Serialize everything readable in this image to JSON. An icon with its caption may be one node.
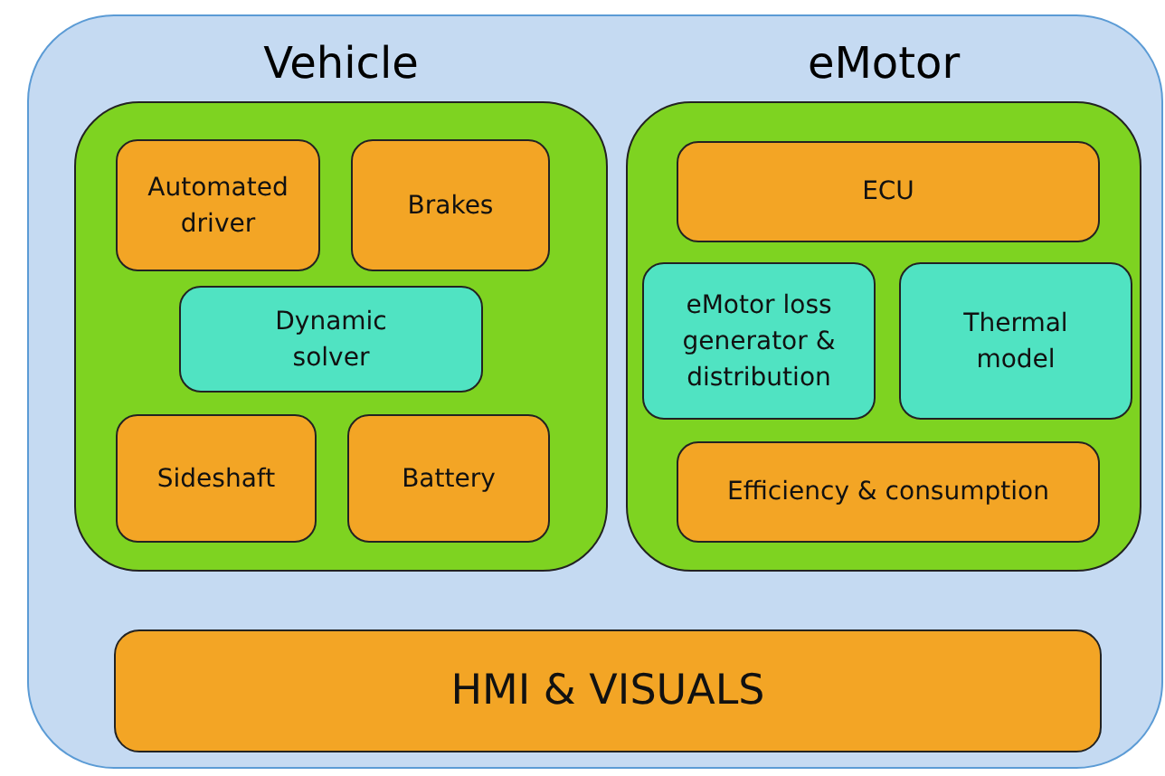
{
  "diagram": {
    "nodes": [
      {
        "text": [],
        "shape": "box"
      },
      {
        "text": [
          "Vehicle"
        ],
        "in": 0
      },
      {
        "text": [
          "Automated driver"
        ],
        "in": 1
      },
      {
        "text": [
          "Brakes"
        ],
        "in": 1
      },
      {
        "text": [
          "Dynamic solver"
        ],
        "in": 1
      },
      {
        "text": [
          "Sideshaft"
        ],
        "in": 1
      },
      {
        "text": [
          "Battery"
        ],
        "in": 1
      },
      {
        "text": [
          "eMotor"
        ],
        "in": 0
      },
      {
        "text": [
          "ECU"
        ],
        "in": 7
      },
      {
        "text": [
          "eMotor loss generator & distribution"
        ],
        "in": 7
      },
      {
        "text": [
          "Thermal model"
        ],
        "in": 7
      },
      {
        "text": [
          "Efficiency & consumption"
        ],
        "in": 7
      },
      {
        "text": [
          "HMI & VISUALS"
        ],
        "in": 0
      }
    ]
  }
}
